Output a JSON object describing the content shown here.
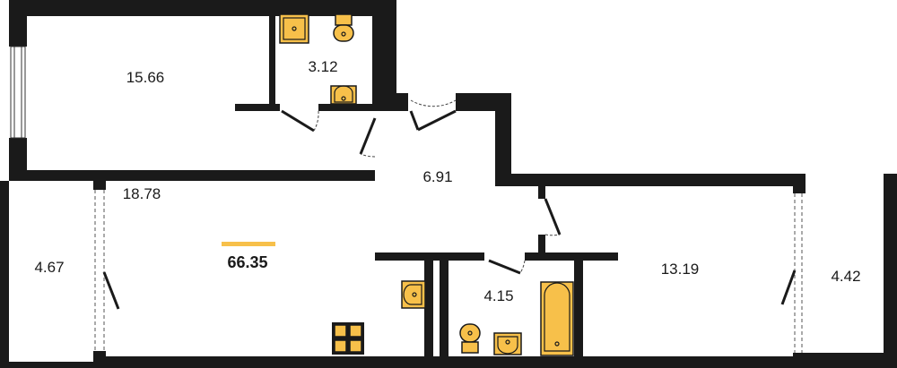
{
  "floorplan": {
    "total_area": "66.35",
    "rooms": {
      "bedroom": "15.66",
      "bathroom_top": "3.12",
      "hallway": "6.91",
      "living_room": "18.78",
      "loggia_left": "4.67",
      "bathroom_bottom": "4.15",
      "kitchen": "13.19",
      "loggia_right": "4.42"
    },
    "fixtures": [
      "shower-tray",
      "toilet",
      "sink",
      "sink",
      "bathtub",
      "toilet",
      "sink",
      "stove"
    ]
  },
  "colors": {
    "wall": "#1a1a1a",
    "fixture_fill": "#f7c04a",
    "accent": "#f7c04a",
    "background": "#ffffff"
  }
}
